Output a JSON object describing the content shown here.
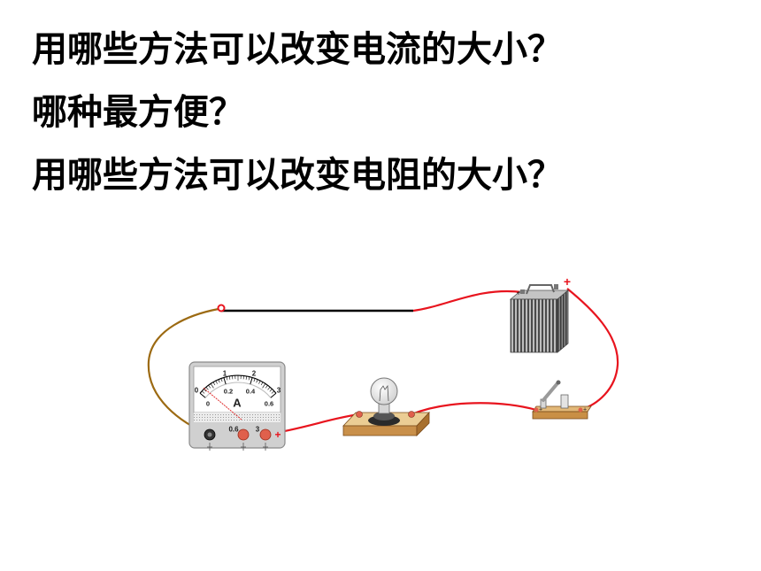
{
  "slide": {
    "questions": [
      "用哪些方法可以改变电流的大小？",
      "哪种最方便？",
      "用哪些方法可以改变电阻的大小？"
    ]
  },
  "circuit": {
    "ammeter": {
      "unit_symbol": "A",
      "upper_scale": [
        "0",
        "1",
        "2",
        "3"
      ],
      "lower_scale": [
        "0",
        "0.2",
        "0.4",
        "0.6"
      ],
      "terminal_labels": [
        "0.6",
        "3"
      ],
      "positive_mark": "+",
      "needle_reading": 0
    },
    "battery": {
      "positive_mark": "+",
      "terminal_mark": "+"
    },
    "switch": {
      "terminal_marks": [
        "+",
        "+"
      ],
      "state": "open"
    },
    "colors": {
      "text": "#000000",
      "wire_red": "#e8141e",
      "wire_brown": "#9c6a12",
      "resistance_wire": "#000000",
      "terminal_red": "#e0604c",
      "terminal_black": "#333333"
    }
  }
}
